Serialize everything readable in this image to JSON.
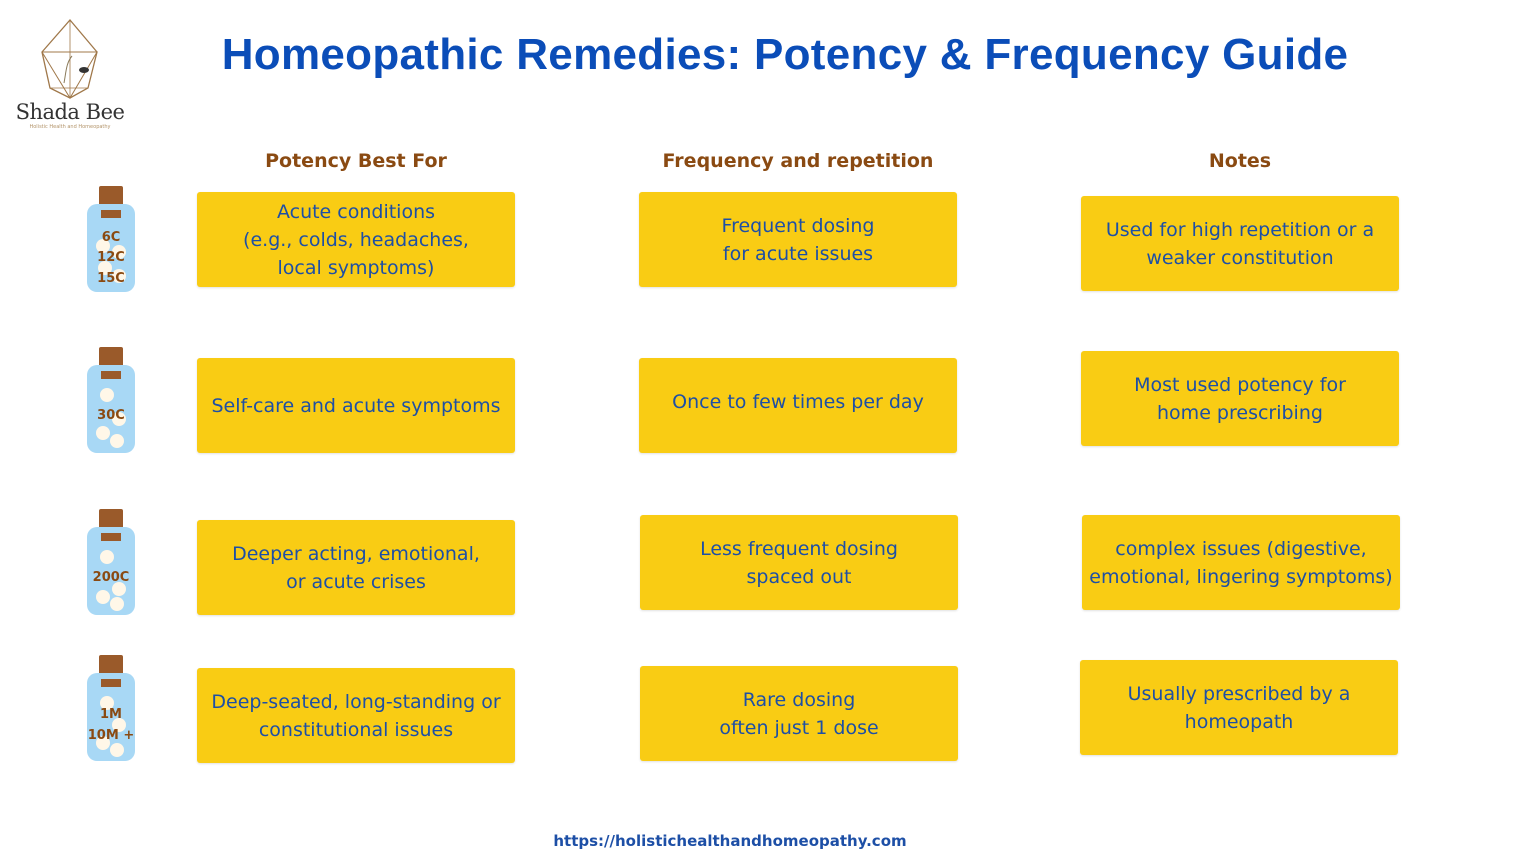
{
  "title": "Homeopathic Remedies: Potency & Frequency Guide",
  "logo": {
    "name": "Shada Bee",
    "tagline": "Holistic Health and Homeopathy"
  },
  "columns": [
    "Potency Best For",
    "Frequency and repetition",
    "Notes"
  ],
  "rows": [
    {
      "potency": [
        "6C",
        "12C",
        "15C"
      ],
      "best_for": "Acute conditions\n(e.g., colds, headaches,\nlocal symptoms)",
      "frequency": "Frequent dosing\nfor acute issues",
      "notes": "Used for high repetition or a\nweaker constitution"
    },
    {
      "potency": [
        "30C"
      ],
      "best_for": "Self-care and acute symptoms",
      "frequency": "Once to few times per day",
      "notes": "Most used potency for\nhome prescribing"
    },
    {
      "potency": [
        "200C"
      ],
      "best_for": "Deeper acting, emotional,\nor acute crises",
      "frequency": "Less frequent dosing\nspaced out",
      "notes": "complex issues (digestive,\nemotional, lingering symptoms)"
    },
    {
      "potency": [
        "1M",
        "10M +"
      ],
      "best_for": "Deep-seated, long-standing or\nconstitutional issues",
      "frequency": "Rare dosing\noften just 1 dose",
      "notes": "Usually prescribed by a\nhomeopath"
    }
  ],
  "footer": "https://holistichealthandhomeopathy.com",
  "colors": {
    "title": "#0b4db8",
    "header": "#8a4a12",
    "box": "#f9cc14",
    "box_text": "#1d4fa6",
    "bottle_glass": "#a8d8f5",
    "cork": "#9a5a2a"
  }
}
